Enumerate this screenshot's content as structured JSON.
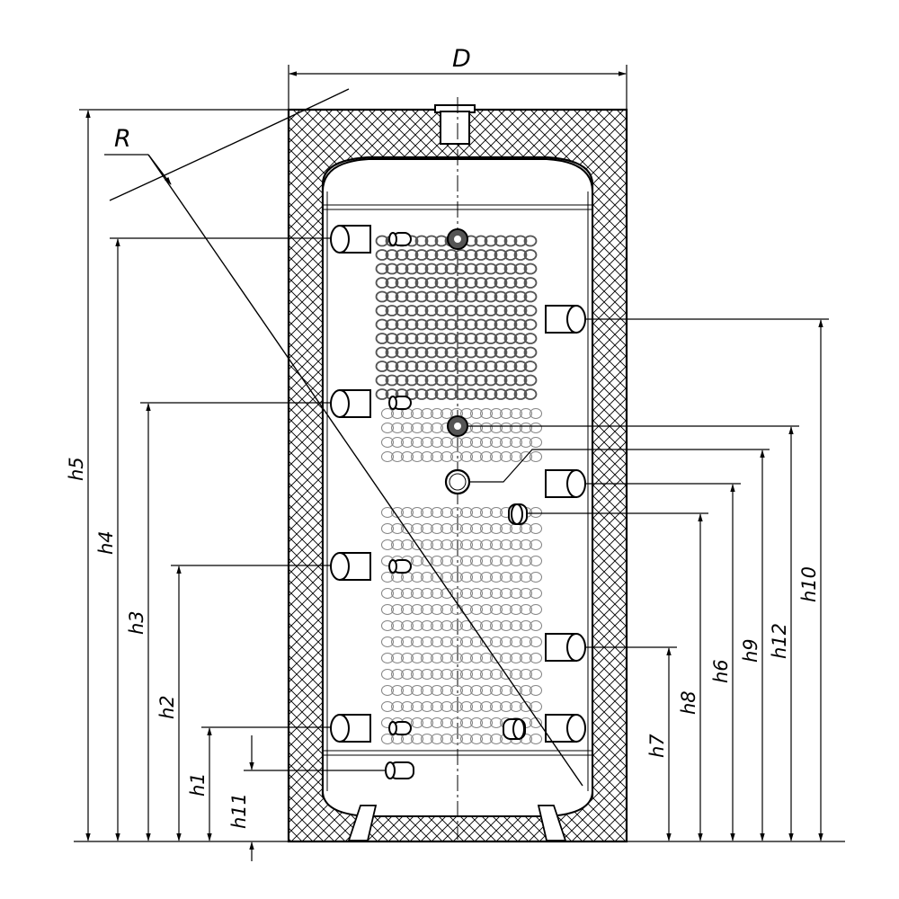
{
  "labels": {
    "diameter": "D",
    "radius": "R",
    "heights": {
      "h1": "h1",
      "h2": "h2",
      "h3": "h3",
      "h4": "h4",
      "h5": "h5",
      "h6": "h6",
      "h7": "h7",
      "h8": "h8",
      "h9": "h9",
      "h10": "h10",
      "h11": "h11",
      "h12": "h12"
    }
  },
  "colors": {
    "line": "#000000",
    "coil": "#888888",
    "background": "#ffffff",
    "nozzle_fill": "#ffffff"
  }
}
